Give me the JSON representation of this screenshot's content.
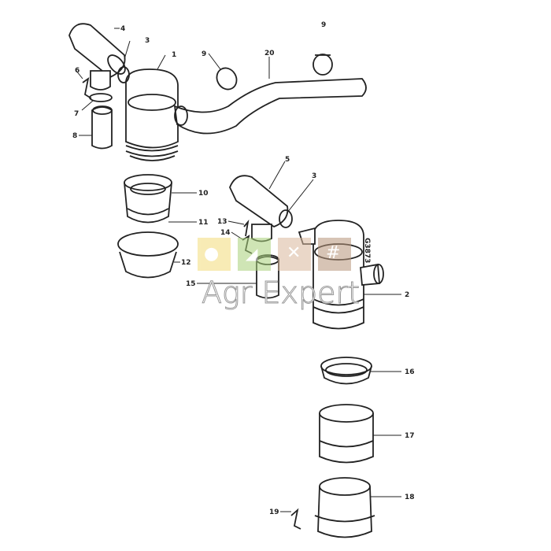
{
  "diagram": {
    "title": "Air filter assembly exploded view",
    "drawing_code": "G3873",
    "labels": [
      {
        "id": "l1",
        "text": "1"
      },
      {
        "id": "l2",
        "text": "2"
      },
      {
        "id": "l3a",
        "text": "3"
      },
      {
        "id": "l3b",
        "text": "3"
      },
      {
        "id": "l4",
        "text": "4"
      },
      {
        "id": "l5",
        "text": "5"
      },
      {
        "id": "l6",
        "text": "6"
      },
      {
        "id": "l7",
        "text": "7"
      },
      {
        "id": "l8",
        "text": "8"
      },
      {
        "id": "l9a",
        "text": "9"
      },
      {
        "id": "l9b",
        "text": "9"
      },
      {
        "id": "l10",
        "text": "10"
      },
      {
        "id": "l11",
        "text": "11"
      },
      {
        "id": "l12",
        "text": "12"
      },
      {
        "id": "l13",
        "text": "13"
      },
      {
        "id": "l14",
        "text": "14"
      },
      {
        "id": "l15",
        "text": "15"
      },
      {
        "id": "l16",
        "text": "16"
      },
      {
        "id": "l17",
        "text": "17"
      },
      {
        "id": "l18",
        "text": "18"
      },
      {
        "id": "l19",
        "text": "19"
      },
      {
        "id": "l20",
        "text": "20"
      }
    ]
  },
  "watermark": {
    "text": "Agr Expert",
    "tiles": [
      {
        "icon": "tractor-icon",
        "color": "#f3dc7a"
      },
      {
        "icon": "wheelbarrow-icon",
        "color": "#a8d17a"
      },
      {
        "icon": "tools-icon",
        "color": "#d9b89c"
      },
      {
        "icon": "fence-icon",
        "color": "#b8957a"
      }
    ]
  }
}
